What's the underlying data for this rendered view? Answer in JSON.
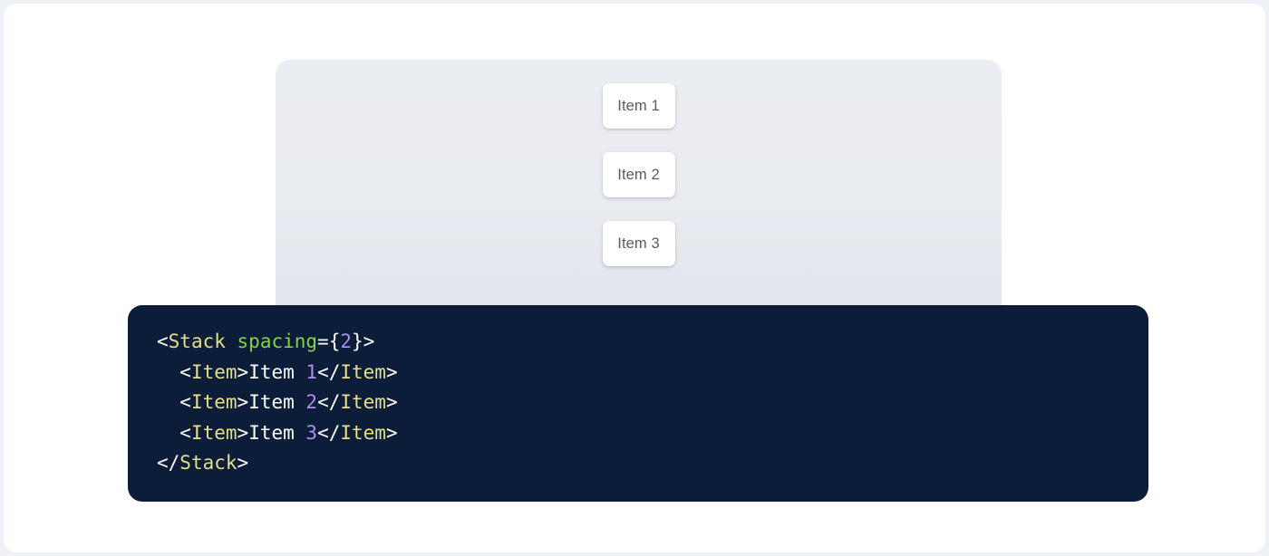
{
  "preview": {
    "panel_name": "component-preview-panel",
    "panel_bg": "#e9ecf1",
    "stack": {
      "direction": "vertical",
      "spacing": 2,
      "items": [
        {
          "label": "Item 1"
        },
        {
          "label": "Item 2"
        },
        {
          "label": "Item 3"
        }
      ]
    }
  },
  "code": {
    "language": "jsx",
    "background": "#0c1d3a",
    "colors": {
      "tag": "#e6df87",
      "attribute": "#86d04a",
      "number": "#b08cf0",
      "punctuation": "#ffffff",
      "text": "#ffffff"
    },
    "lines": [
      {
        "indent": "",
        "tokens": [
          {
            "t": "punc",
            "v": "<"
          },
          {
            "t": "tag",
            "v": "Stack"
          },
          {
            "t": "text",
            "v": " "
          },
          {
            "t": "attr",
            "v": "spacing"
          },
          {
            "t": "punc",
            "v": "={"
          },
          {
            "t": "num",
            "v": "2"
          },
          {
            "t": "punc",
            "v": "}>"
          }
        ]
      },
      {
        "indent": "  ",
        "tokens": [
          {
            "t": "punc",
            "v": "<"
          },
          {
            "t": "tag",
            "v": "Item"
          },
          {
            "t": "punc",
            "v": ">"
          },
          {
            "t": "text",
            "v": "Item "
          },
          {
            "t": "num",
            "v": "1"
          },
          {
            "t": "punc",
            "v": "</"
          },
          {
            "t": "tag",
            "v": "Item"
          },
          {
            "t": "punc",
            "v": ">"
          }
        ]
      },
      {
        "indent": "  ",
        "tokens": [
          {
            "t": "punc",
            "v": "<"
          },
          {
            "t": "tag",
            "v": "Item"
          },
          {
            "t": "punc",
            "v": ">"
          },
          {
            "t": "text",
            "v": "Item "
          },
          {
            "t": "num",
            "v": "2"
          },
          {
            "t": "punc",
            "v": "</"
          },
          {
            "t": "tag",
            "v": "Item"
          },
          {
            "t": "punc",
            "v": ">"
          }
        ]
      },
      {
        "indent": "  ",
        "tokens": [
          {
            "t": "punc",
            "v": "<"
          },
          {
            "t": "tag",
            "v": "Item"
          },
          {
            "t": "punc",
            "v": ">"
          },
          {
            "t": "text",
            "v": "Item "
          },
          {
            "t": "num",
            "v": "3"
          },
          {
            "t": "punc",
            "v": "</"
          },
          {
            "t": "tag",
            "v": "Item"
          },
          {
            "t": "punc",
            "v": ">"
          }
        ]
      },
      {
        "indent": "",
        "tokens": [
          {
            "t": "punc",
            "v": "</"
          },
          {
            "t": "tag",
            "v": "Stack"
          },
          {
            "t": "punc",
            "v": ">"
          }
        ]
      }
    ]
  }
}
